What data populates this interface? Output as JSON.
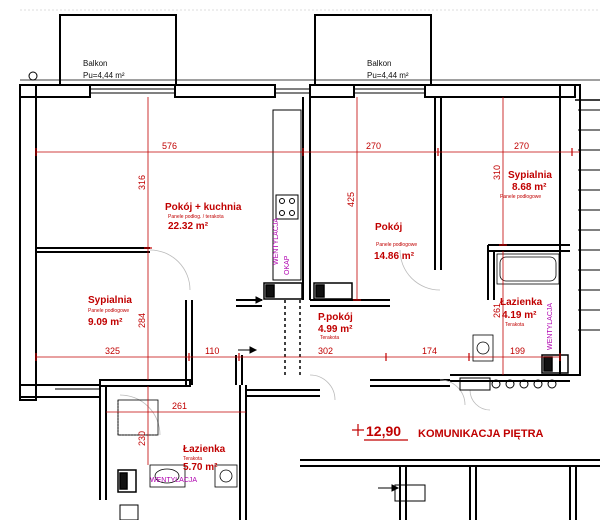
{
  "balconies": [
    {
      "name": "Balkon",
      "area": "Pu=4,44 m²"
    },
    {
      "name": "Balkon",
      "area": "Pu=4,44 m²"
    }
  ],
  "rooms": {
    "kitchen_room": {
      "name": "Pokój + kuchnia",
      "floor": "Panele podłog. / terakota",
      "area": "22.32 m²"
    },
    "bedroom_left": {
      "name": "Sypialnia",
      "floor": "Panele podłogowe",
      "area": "9.09 m²"
    },
    "bathroom_left": {
      "name": "Łazienka",
      "floor": "Terakota",
      "area": "5.70 m²"
    },
    "room_center": {
      "name": "Pokój",
      "floor": "Panele podłogowe",
      "area": "14.86 m²"
    },
    "hall": {
      "name": "P.pokój",
      "floor": "Terakota",
      "area": "4.99 m²"
    },
    "bedroom_right": {
      "name": "Sypialnia",
      "floor": "Panele podłogowe",
      "area": "8.68 m²"
    },
    "bathroom_right": {
      "name": "Łazienka",
      "floor": "Terakota",
      "area": "4.19 m²"
    }
  },
  "dimensions": {
    "h_top": [
      "576",
      "270",
      "270"
    ],
    "h_bottom": [
      "325",
      "110",
      "302",
      "174",
      "199"
    ],
    "h_bath": "261",
    "v": [
      "316",
      "284",
      "425",
      "310",
      "261",
      "230"
    ]
  },
  "labels": {
    "vent1": "WENTYLACJA",
    "vent2": "WENTYLACJA",
    "vent3": "WENTYLACJA",
    "okap": "OKAP",
    "level": "12,90",
    "corridor": "KOMUNIKACJA PIĘTRA"
  },
  "colors": {
    "dimension": "#c00000",
    "wall": "#000000",
    "vent": "#b000b0"
  }
}
